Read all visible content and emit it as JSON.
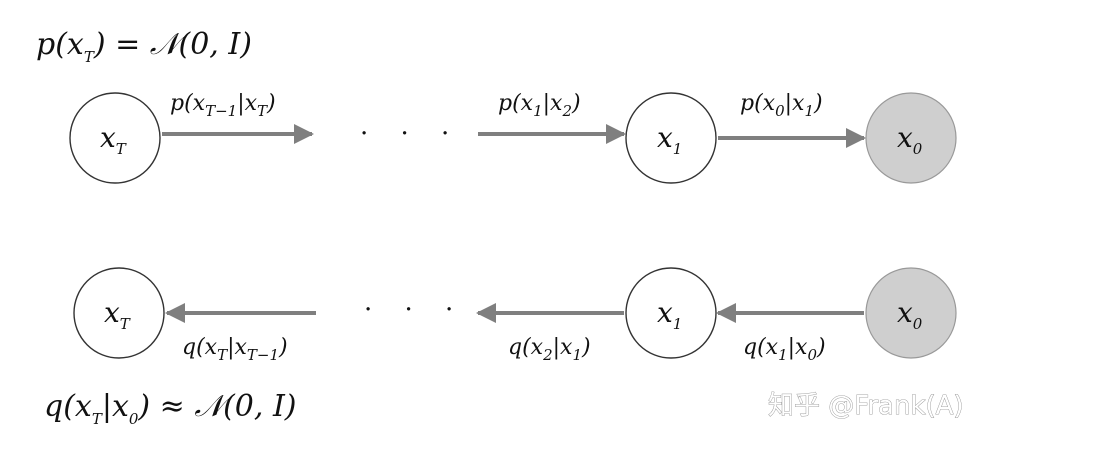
{
  "prior_equation": {
    "text": "p(x",
    "sub": "T",
    "rest": ") = 𝒩(0, I)"
  },
  "posterior_equation": {
    "pre": "q(x",
    "sub1": "T",
    "mid": "|x",
    "sub2": "0",
    "rest": ") ≈ 𝒩(0, I)"
  },
  "top_row": {
    "nodes": [
      {
        "var": "x",
        "sub": "T",
        "shaded": false
      },
      {
        "var": "x",
        "sub": "1",
        "shaded": false
      },
      {
        "var": "x",
        "sub": "0",
        "shaded": true
      }
    ],
    "edges": [
      {
        "a": "p(x",
        "s1": "T−1",
        "b": "|x",
        "s2": "T",
        "c": ")"
      },
      {
        "a": "p(x",
        "s1": "1",
        "b": "|x",
        "s2": "2",
        "c": ")"
      },
      {
        "a": "p(x",
        "s1": "0",
        "b": "|x",
        "s2": "1",
        "c": ")"
      }
    ],
    "ellipsis": "· · ·"
  },
  "bottom_row": {
    "nodes": [
      {
        "var": "x",
        "sub": "T",
        "shaded": false
      },
      {
        "var": "x",
        "sub": "1",
        "shaded": false
      },
      {
        "var": "x",
        "sub": "0",
        "shaded": true
      }
    ],
    "edges": [
      {
        "a": "q(x",
        "s1": "T",
        "b": "|x",
        "s2": "T−1",
        "c": ")"
      },
      {
        "a": "q(x",
        "s1": "2",
        "b": "|x",
        "s2": "1",
        "c": ")"
      },
      {
        "a": "q(x",
        "s1": "1",
        "b": "|x",
        "s2": "0",
        "c": ")"
      }
    ],
    "ellipsis": "· · ·"
  },
  "watermark": "知乎 @Frank(A)",
  "colors": {
    "arrow": "#7f7f7f",
    "node_stroke": "#333333",
    "node_fill": "#ffffff",
    "shaded_fill": "#cfcfcf"
  }
}
